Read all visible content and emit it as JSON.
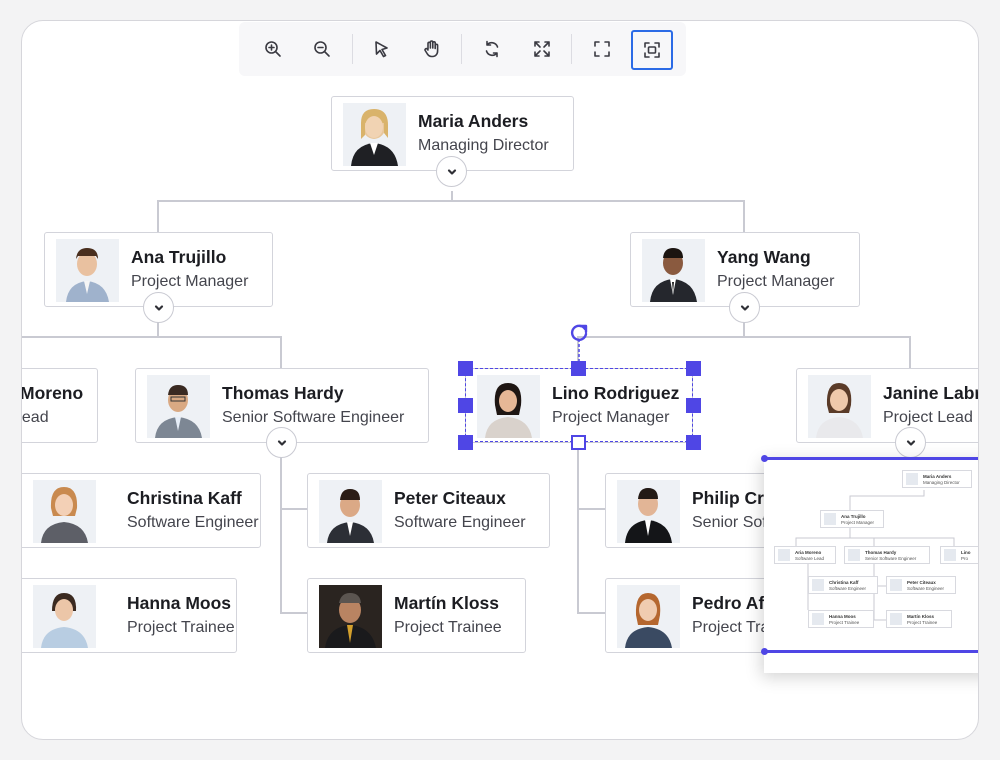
{
  "toolbar": {
    "tools": [
      {
        "id": "zoom-in",
        "icon": "zoom-in-icon"
      },
      {
        "id": "zoom-out",
        "icon": "zoom-out-icon"
      },
      {
        "id": "select",
        "icon": "pointer-icon"
      },
      {
        "id": "pan",
        "icon": "hand-icon"
      },
      {
        "id": "reset",
        "icon": "refresh-icon"
      },
      {
        "id": "fit",
        "icon": "fit-to-page-icon"
      },
      {
        "id": "fullscreen",
        "icon": "fullscreen-icon"
      },
      {
        "id": "overview",
        "icon": "overview-icon",
        "active": true
      }
    ]
  },
  "colors": {
    "accent": "#4f46e5",
    "active_tool": "#2b6be6",
    "connector": "#c9cad2"
  },
  "nodes": {
    "maria": {
      "name": "Maria Anders",
      "title": "Managing Director"
    },
    "ana": {
      "name": "Ana Trujillo",
      "title": "Project Manager"
    },
    "yang": {
      "name": "Yang Wang",
      "title": "Project Manager"
    },
    "moreno": {
      "name": "Moreno",
      "title": "Lead"
    },
    "thomas": {
      "name": "Thomas Hardy",
      "title": "Senior Software Engineer"
    },
    "lino": {
      "name": "Lino Rodriguez",
      "title": "Project Manager"
    },
    "janine": {
      "name": "Janine Labr",
      "title": "Project Lead"
    },
    "christina": {
      "name": "Christina Kaff",
      "title": "Software Engineer"
    },
    "peter": {
      "name": "Peter Citeaux",
      "title": "Software Engineer"
    },
    "philip": {
      "name": "Philip Cr",
      "title": "Senior Sof"
    },
    "hanna": {
      "name": "Hanna Moos",
      "title": "Project Trainee"
    },
    "martin": {
      "name": "Martín Kloss",
      "title": "Project Trainee"
    },
    "pedro": {
      "name": "Pedro Af",
      "title": "Project Tra"
    }
  },
  "overview": {
    "nodes": [
      {
        "name": "Maria Anders",
        "title": "Managing Director"
      },
      {
        "name": "Ana Trujillo",
        "title": "Project Manager"
      },
      {
        "name": "Aria Moreno",
        "title": "Software Lead"
      },
      {
        "name": "Thomas Hardy",
        "title": "Senior Software Engineer"
      },
      {
        "name": "Lino",
        "title": "Pro"
      },
      {
        "name": "Christina Kaff",
        "title": "Software Engineer"
      },
      {
        "name": "Peter Citeaux",
        "title": "Software Engineer"
      },
      {
        "name": "Hanna Moos",
        "title": "Project Trainee"
      },
      {
        "name": "Martín Kloss",
        "title": "Project Trainee"
      }
    ]
  }
}
